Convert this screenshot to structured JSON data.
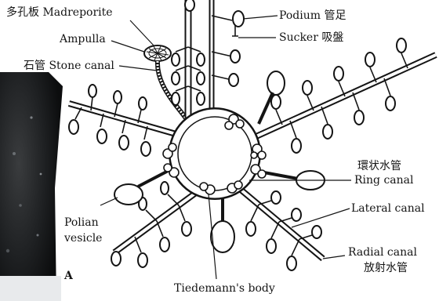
{
  "figure": {
    "panel_letter": "A",
    "labels": {
      "madreporite_zh": "多孔板",
      "madreporite_en": "Madreporite",
      "ampulla": "Ampulla",
      "stone_canal_zh": "石管",
      "stone_canal_en": "Stone canal",
      "podium_en": "Podium",
      "podium_zh": "管足",
      "sucker_en": "Sucker",
      "sucker_zh": "吸盤",
      "ring_canal_zh": "環状水管",
      "ring_canal_en": "Ring canal",
      "lateral_canal": "Lateral canal",
      "radial_canal_en": "Radial canal",
      "radial_canal_zh": "放射水管",
      "polian_vesicle_line1": "Polian",
      "polian_vesicle_line2": "vesicle",
      "tiedemann_body": "Tiedemann's body"
    },
    "colors": {
      "ink": "#141414",
      "background": "#ffffff",
      "photo_dark": "#1e2022"
    }
  }
}
